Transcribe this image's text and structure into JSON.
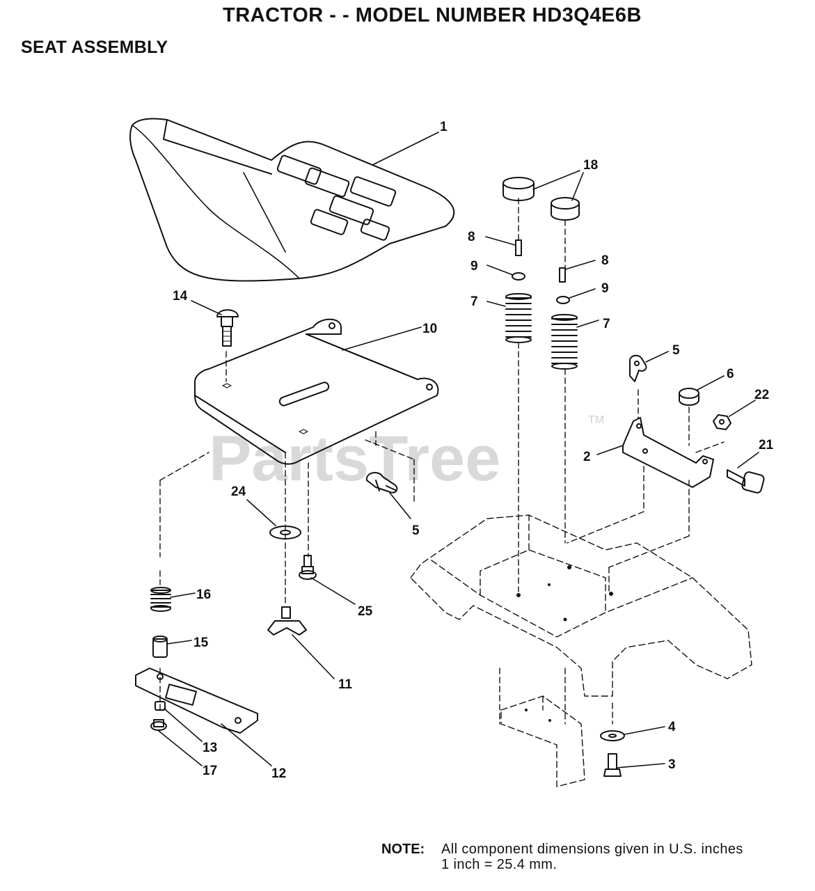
{
  "header": {
    "title": "TRACTOR - - MODEL NUMBER HD3Q4E6B",
    "section": "SEAT ASSEMBLY"
  },
  "watermark": {
    "text": "PartsTree",
    "mark": "TM"
  },
  "callouts": {
    "c1": "1",
    "c18": "18",
    "c8a": "8",
    "c8b": "8",
    "c9a": "9",
    "c9b": "9",
    "c7a": "7",
    "c7b": "7",
    "c14": "14",
    "c10": "10",
    "c5a": "5",
    "c5b": "5",
    "c6": "6",
    "c22": "22",
    "c2": "2",
    "c21": "21",
    "c24": "24",
    "c16": "16",
    "c25": "25",
    "c15": "15",
    "c11": "11",
    "c13": "13",
    "c17": "17",
    "c12": "12",
    "c4": "4",
    "c3": "3"
  },
  "note": {
    "label": "NOTE:",
    "line1": "All component dimensions given in U.S. inches",
    "line2": "1 inch = 25.4 mm."
  }
}
